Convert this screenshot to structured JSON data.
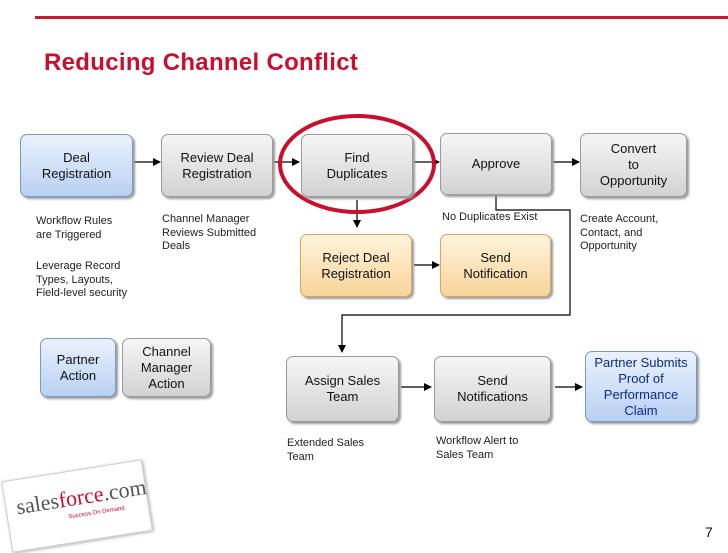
{
  "title": "Reducing Channel Conflict",
  "page_number": "7",
  "logo": {
    "name": "salesforce.com",
    "part1": "sales",
    "part2": "force",
    "part3": ".com",
    "tagline": "Success On Demand."
  },
  "boxes": {
    "deal_registration": "Deal\nRegistration",
    "review_deal": "Review Deal\nRegistration",
    "find_duplicates": "Find\nDuplicates",
    "approve": "Approve",
    "convert": "Convert\nto\nOpportunity",
    "reject_deal": "Reject Deal\nRegistration",
    "send_notification": "Send\nNotification",
    "partner_action": "Partner\nAction",
    "channel_manager_action": "Channel\nManager\nAction",
    "assign_sales_team": "Assign Sales\nTeam",
    "send_notifications": "Send\nNotifications",
    "partner_submits": "Partner Submits\nProof of\nPerformance\nClaim"
  },
  "notes": {
    "workflow_rules": "Workflow  Rules\nare Triggered",
    "leverage_record": "Leverage Record\nTypes, Layouts,\nField-level security",
    "channel_manager_reviews": "Channel Manager\nReviews Submitted\nDeals",
    "no_duplicates": "No Duplicates Exist",
    "create_account": "Create Account,\nContact, and\nOpportunity",
    "extended_sales": "Extended Sales\nTeam",
    "workflow_alert": "Workflow Alert to\nSales Team"
  },
  "colors": {
    "accent_red": "#c8102e",
    "partner_blue": "#b9d0f2",
    "channel_manager_gray": "#d2d2d2",
    "reject_orange": "#f8d49a"
  }
}
